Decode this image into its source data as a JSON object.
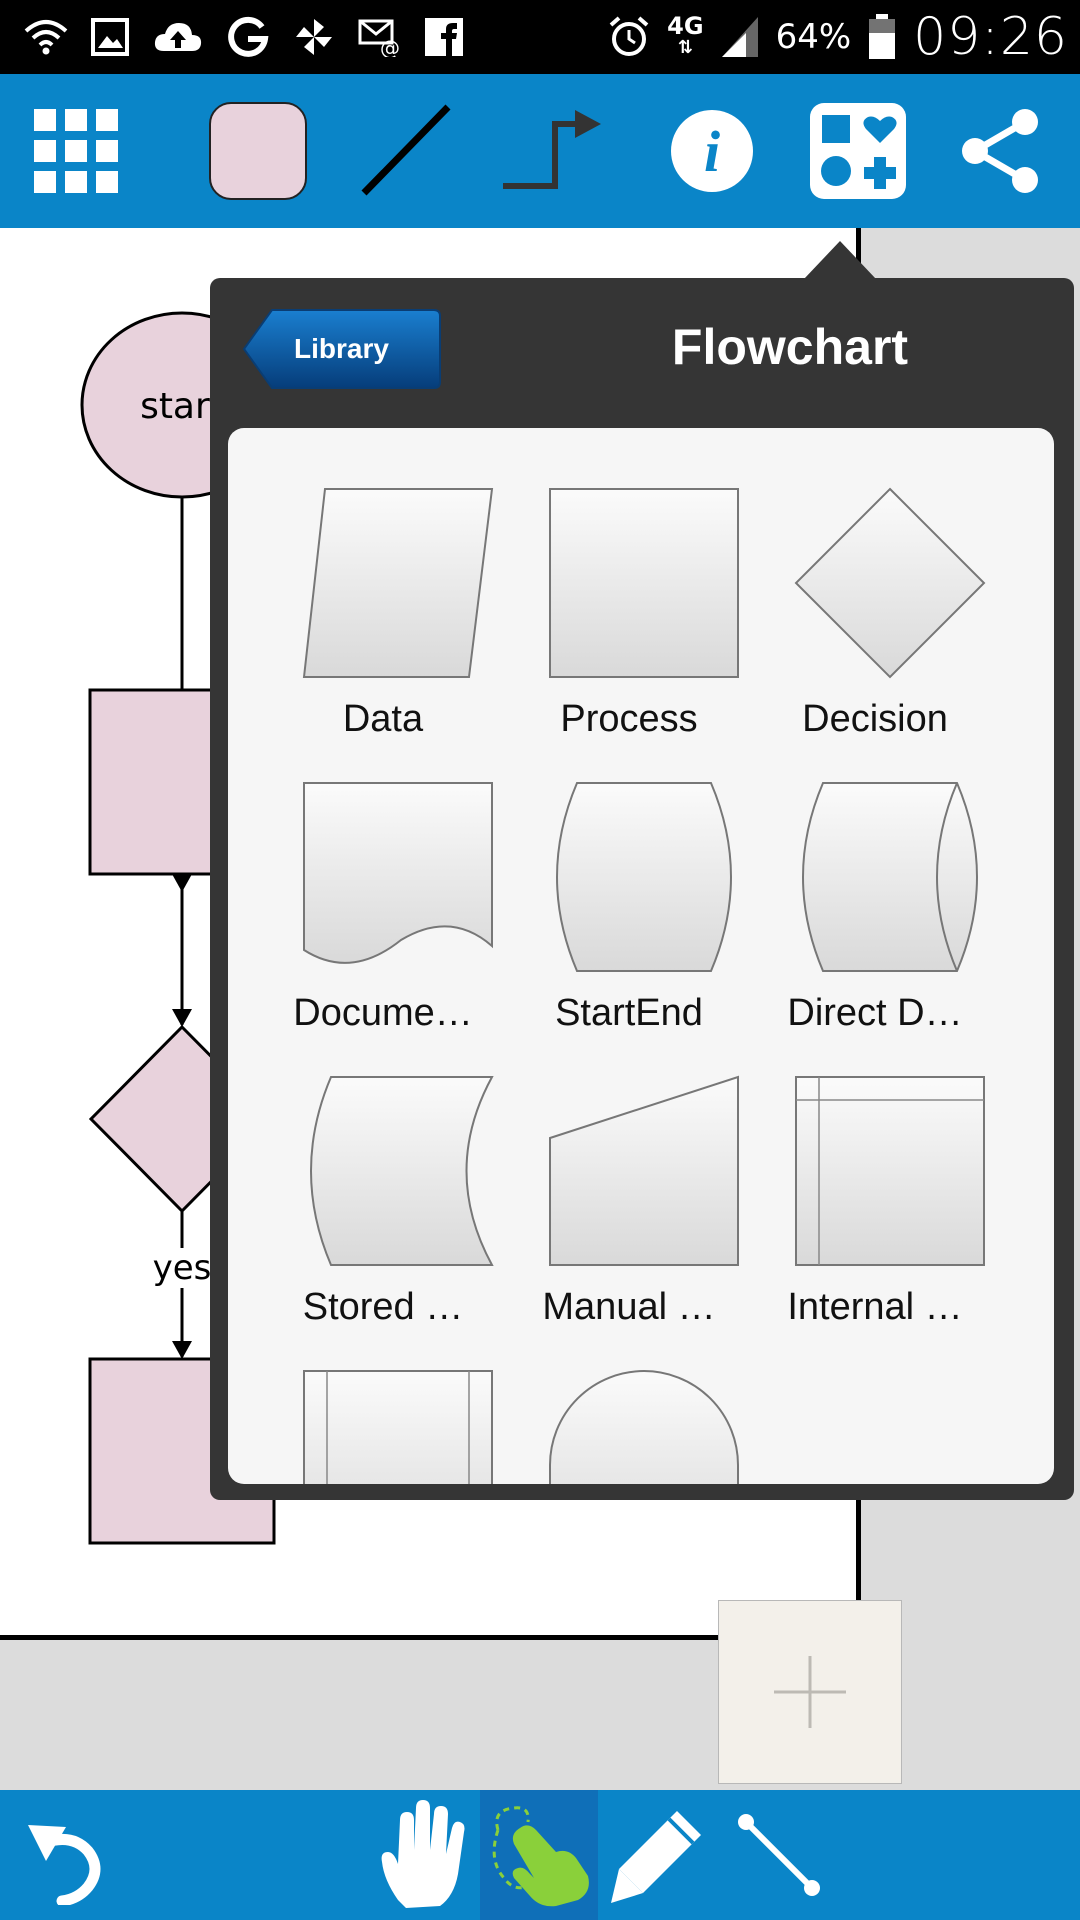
{
  "status_bar": {
    "network_type": "4G",
    "battery_percent": "64%",
    "time": "09:26",
    "left_icons": [
      "wifi-icon",
      "image-icon",
      "cloud-upload-icon",
      "google-icon",
      "pinwheel-icon",
      "email-icon",
      "facebook-icon"
    ],
    "right_icons": [
      "alarm-icon",
      "signal-icon",
      "battery-icon"
    ]
  },
  "toolbar": {
    "buttons": [
      "shapes-grid-icon",
      "fill-color-swatch",
      "line-style-icon",
      "connector-style-icon",
      "info-icon",
      "library-shapes-icon",
      "share-icon"
    ],
    "fill_color": "#e8d2dc",
    "accent_color": "#0a85c8"
  },
  "canvas": {
    "start_label": "start",
    "yes_label": "yes"
  },
  "library_popup": {
    "back_label": "Library",
    "title": "Flowchart",
    "shapes": [
      {
        "label": "Data"
      },
      {
        "label": "Process"
      },
      {
        "label": "Decision"
      },
      {
        "label": "Docume…"
      },
      {
        "label": "StartEnd"
      },
      {
        "label": "Direct D…"
      },
      {
        "label": "Stored …"
      },
      {
        "label": "Manual …"
      },
      {
        "label": "Internal …"
      }
    ]
  },
  "bottom_toolbar": {
    "buttons": [
      "undo-icon",
      "hand-pan-icon",
      "select-gesture-icon",
      "pencil-icon",
      "connector-line-icon"
    ],
    "active": "select-gesture-icon"
  }
}
